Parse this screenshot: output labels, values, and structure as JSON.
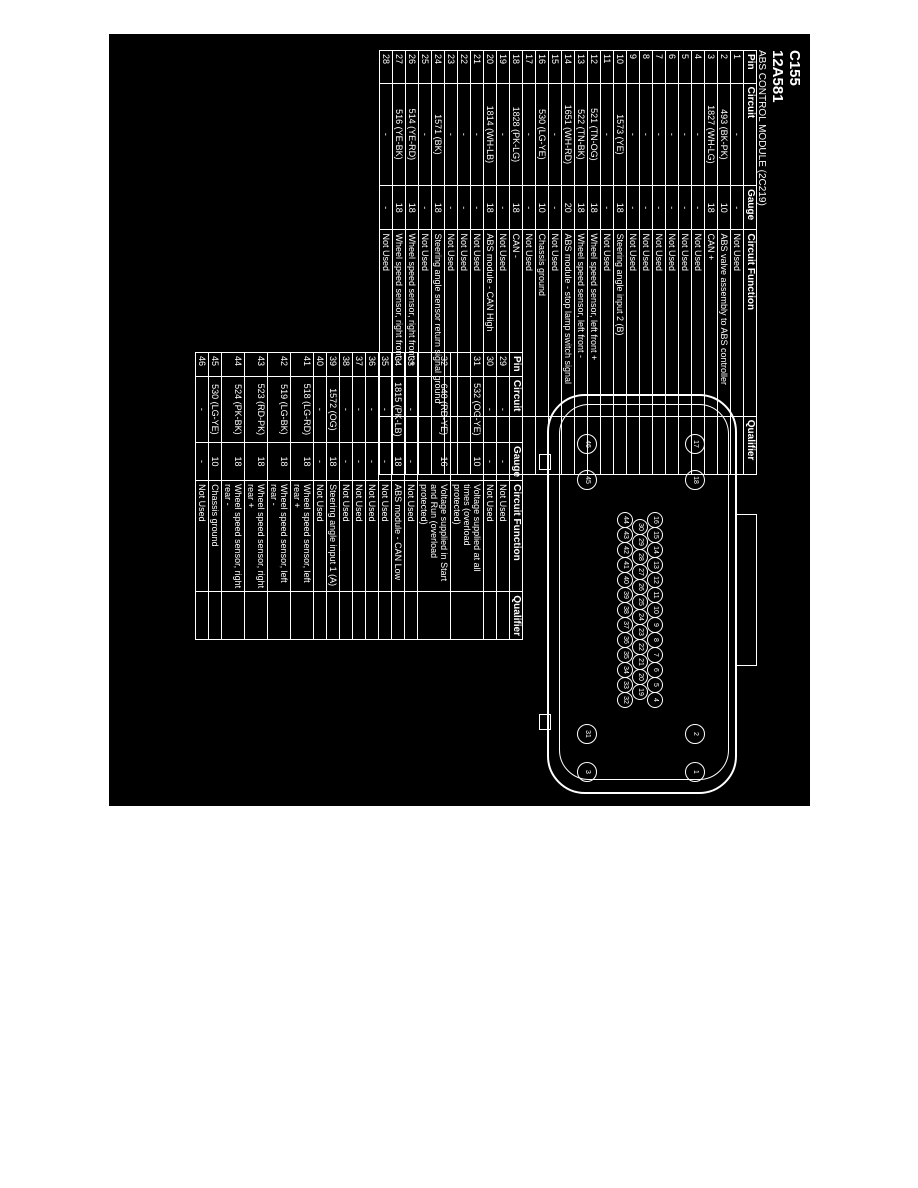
{
  "header": {
    "title": "C155",
    "subtitle": "12A581",
    "module": "ABS CONTROL MODULE (2C219)"
  },
  "table_columns": [
    "Pin",
    "Circuit",
    "Gauge",
    "Circuit Function",
    "Qualifier"
  ],
  "pins_left": [
    {
      "pin": "1",
      "circuit": "-",
      "gauge": "-",
      "function": "Not Used",
      "qualifier": ""
    },
    {
      "pin": "2",
      "circuit": "493 (BK-PK)",
      "gauge": "10",
      "function": "ABS valve assembly to ABS controller",
      "qualifier": ""
    },
    {
      "pin": "3",
      "circuit": "1827 (WH-LG)",
      "gauge": "18",
      "function": "CAN +",
      "qualifier": ""
    },
    {
      "pin": "4",
      "circuit": "-",
      "gauge": "-",
      "function": "Not Used",
      "qualifier": ""
    },
    {
      "pin": "5",
      "circuit": "-",
      "gauge": "-",
      "function": "Not Used",
      "qualifier": ""
    },
    {
      "pin": "6",
      "circuit": "-",
      "gauge": "-",
      "function": "Not Used",
      "qualifier": ""
    },
    {
      "pin": "7",
      "circuit": "-",
      "gauge": "-",
      "function": "Not Used",
      "qualifier": ""
    },
    {
      "pin": "8",
      "circuit": "-",
      "gauge": "-",
      "function": "Not Used",
      "qualifier": ""
    },
    {
      "pin": "9",
      "circuit": "-",
      "gauge": "-",
      "function": "Not Used",
      "qualifier": ""
    },
    {
      "pin": "10",
      "circuit": "1573 (YE)",
      "gauge": "18",
      "function": "Steering angle input 2 (B)",
      "qualifier": ""
    },
    {
      "pin": "11",
      "circuit": "-",
      "gauge": "-",
      "function": "Not Used",
      "qualifier": ""
    },
    {
      "pin": "12",
      "circuit": "521 (TN-OG)",
      "gauge": "18",
      "function": "Wheel speed sensor, left front +",
      "qualifier": ""
    },
    {
      "pin": "13",
      "circuit": "522 (TN-BK)",
      "gauge": "18",
      "function": "Wheel speed sensor, left front -",
      "qualifier": ""
    },
    {
      "pin": "14",
      "circuit": "1651 (WH-RD)",
      "gauge": "20",
      "function": "ABS module - stop lamp switch signal",
      "qualifier": ""
    },
    {
      "pin": "15",
      "circuit": "-",
      "gauge": "-",
      "function": "Not Used",
      "qualifier": ""
    },
    {
      "pin": "16",
      "circuit": "530 (LG-YE)",
      "gauge": "10",
      "function": "Chassis ground",
      "qualifier": ""
    },
    {
      "pin": "17",
      "circuit": "-",
      "gauge": "-",
      "function": "Not Used",
      "qualifier": ""
    },
    {
      "pin": "18",
      "circuit": "1828 (PK-LG)",
      "gauge": "18",
      "function": "CAN -",
      "qualifier": ""
    },
    {
      "pin": "19",
      "circuit": "-",
      "gauge": "-",
      "function": "Not Used",
      "qualifier": ""
    },
    {
      "pin": "20",
      "circuit": "1814 (WH-LB)",
      "gauge": "18",
      "function": "ABS module - CAN High",
      "qualifier": ""
    },
    {
      "pin": "21",
      "circuit": "-",
      "gauge": "-",
      "function": "Not Used",
      "qualifier": ""
    },
    {
      "pin": "22",
      "circuit": "-",
      "gauge": "-",
      "function": "Not Used",
      "qualifier": ""
    },
    {
      "pin": "23",
      "circuit": "-",
      "gauge": "-",
      "function": "Not Used",
      "qualifier": ""
    },
    {
      "pin": "24",
      "circuit": "1571 (BK)",
      "gauge": "18",
      "function": "Steering angle sensor return signal ground",
      "qualifier": ""
    },
    {
      "pin": "25",
      "circuit": "-",
      "gauge": "-",
      "function": "Not Used",
      "qualifier": ""
    },
    {
      "pin": "26",
      "circuit": "514 (YE-RD)",
      "gauge": "18",
      "function": "Wheel speed sensor, right front +",
      "qualifier": ""
    },
    {
      "pin": "27",
      "circuit": "516 (YE-BK)",
      "gauge": "18",
      "function": "Wheel speed sensor, right front -",
      "qualifier": ""
    },
    {
      "pin": "28",
      "circuit": "-",
      "gauge": "-",
      "function": "Not Used",
      "qualifier": ""
    }
  ],
  "pins_right": [
    {
      "pin": "29",
      "circuit": "-",
      "gauge": "-",
      "function": "Not Used",
      "qualifier": ""
    },
    {
      "pin": "30",
      "circuit": "-",
      "gauge": "-",
      "function": "Not Used",
      "qualifier": ""
    },
    {
      "pin": "31",
      "circuit": "532 (OG-YE)",
      "gauge": "10",
      "function": "Voltage supplied at all times (overload protected)",
      "qualifier": ""
    },
    {
      "pin": "32",
      "circuit": "640 (RD-YE)",
      "gauge": "16",
      "function": "Voltage supplied in Start and Run (overload protected)",
      "qualifier": ""
    },
    {
      "pin": "33",
      "circuit": "-",
      "gauge": "-",
      "function": "Not Used",
      "qualifier": ""
    },
    {
      "pin": "34",
      "circuit": "1815 (PK-LB)",
      "gauge": "18",
      "function": "ABS module - CAN Low",
      "qualifier": ""
    },
    {
      "pin": "35",
      "circuit": "-",
      "gauge": "-",
      "function": "Not Used",
      "qualifier": ""
    },
    {
      "pin": "36",
      "circuit": "-",
      "gauge": "-",
      "function": "Not Used",
      "qualifier": ""
    },
    {
      "pin": "37",
      "circuit": "-",
      "gauge": "-",
      "function": "Not Used",
      "qualifier": ""
    },
    {
      "pin": "38",
      "circuit": "-",
      "gauge": "-",
      "function": "Not Used",
      "qualifier": ""
    },
    {
      "pin": "39",
      "circuit": "1572 (OG)",
      "gauge": "18",
      "function": "Steering angle input 1 (A)",
      "qualifier": ""
    },
    {
      "pin": "40",
      "circuit": "-",
      "gauge": "-",
      "function": "Not Used",
      "qualifier": ""
    },
    {
      "pin": "41",
      "circuit": "518 (LG-RD)",
      "gauge": "18",
      "function": "Wheel speed sensor, left rear +",
      "qualifier": ""
    },
    {
      "pin": "42",
      "circuit": "519 (LG-BK)",
      "gauge": "18",
      "function": "Wheel speed sensor, left rear -",
      "qualifier": ""
    },
    {
      "pin": "43",
      "circuit": "523 (RD-PK)",
      "gauge": "18",
      "function": "Wheel speed sensor, right rear +",
      "qualifier": ""
    },
    {
      "pin": "44",
      "circuit": "524 (PK-BK)",
      "gauge": "18",
      "function": "Wheel speed sensor, right rear -",
      "qualifier": ""
    },
    {
      "pin": "45",
      "circuit": "530 (LG-YE)",
      "gauge": "10",
      "function": "Chassis ground",
      "qualifier": ""
    },
    {
      "pin": "46",
      "circuit": "-",
      "gauge": "-",
      "function": "Not Used",
      "qualifier": ""
    }
  ],
  "connector_pins": {
    "large_top": [
      "17",
      "18",
      "2",
      "1"
    ],
    "large_bottom": [
      "46",
      "45",
      "31",
      "3"
    ],
    "row_top": [
      "16",
      "15",
      "14",
      "13",
      "12",
      "11",
      "10",
      "9",
      "8",
      "7",
      "6",
      "5",
      "4"
    ],
    "row_mid": [
      "30",
      "29",
      "28",
      "27",
      "26",
      "25",
      "24",
      "23",
      "22",
      "21",
      "20",
      "19"
    ],
    "row_bottom": [
      "44",
      "43",
      "42",
      "41",
      "40",
      "39",
      "38",
      "37",
      "36",
      "35",
      "34",
      "33",
      "32"
    ]
  }
}
